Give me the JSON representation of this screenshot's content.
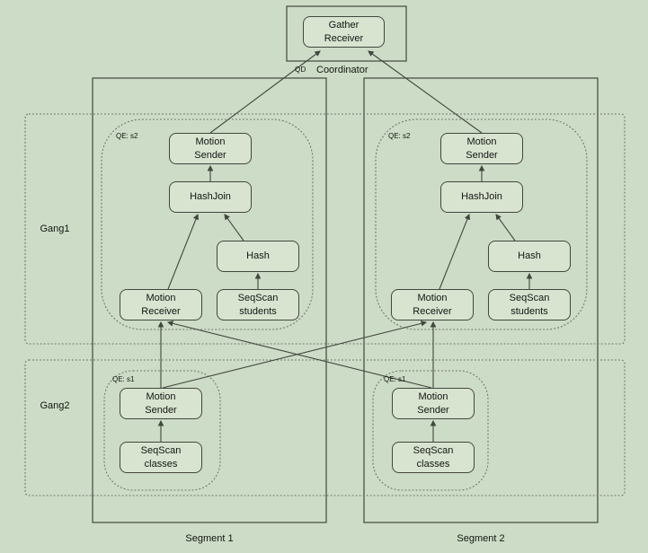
{
  "colors": {
    "background": "#cddcc6",
    "node_fill": "#d8e4d0",
    "line": "#41463e",
    "dotted": "#69706a",
    "text": "#121512"
  },
  "coordinator": {
    "tag": "QD",
    "name": "Coordinator",
    "node": "Gather\nReceiver"
  },
  "gangs": [
    {
      "label": "Gang1"
    },
    {
      "label": "Gang2"
    }
  ],
  "segments": [
    {
      "label": "Segment 1",
      "gang1": {
        "qe": "QE: s2",
        "motion_sender": "Motion\nSender",
        "hashjoin": "HashJoin",
        "hash": "Hash",
        "motion_receiver": "Motion\nReceiver",
        "seqscan": "SeqScan\nstudents"
      },
      "gang2": {
        "qe": "QE: s1",
        "motion_sender": "Motion\nSender",
        "seqscan": "SeqScan\nclasses"
      }
    },
    {
      "label": "Segment 2",
      "gang1": {
        "qe": "QE: s2",
        "motion_sender": "Motion\nSender",
        "hashjoin": "HashJoin",
        "hash": "Hash",
        "motion_receiver": "Motion\nReceiver",
        "seqscan": "SeqScan\nstudents"
      },
      "gang2": {
        "qe": "QE: s1",
        "motion_sender": "Motion\nSender",
        "seqscan": "SeqScan\nclasses"
      }
    }
  ]
}
